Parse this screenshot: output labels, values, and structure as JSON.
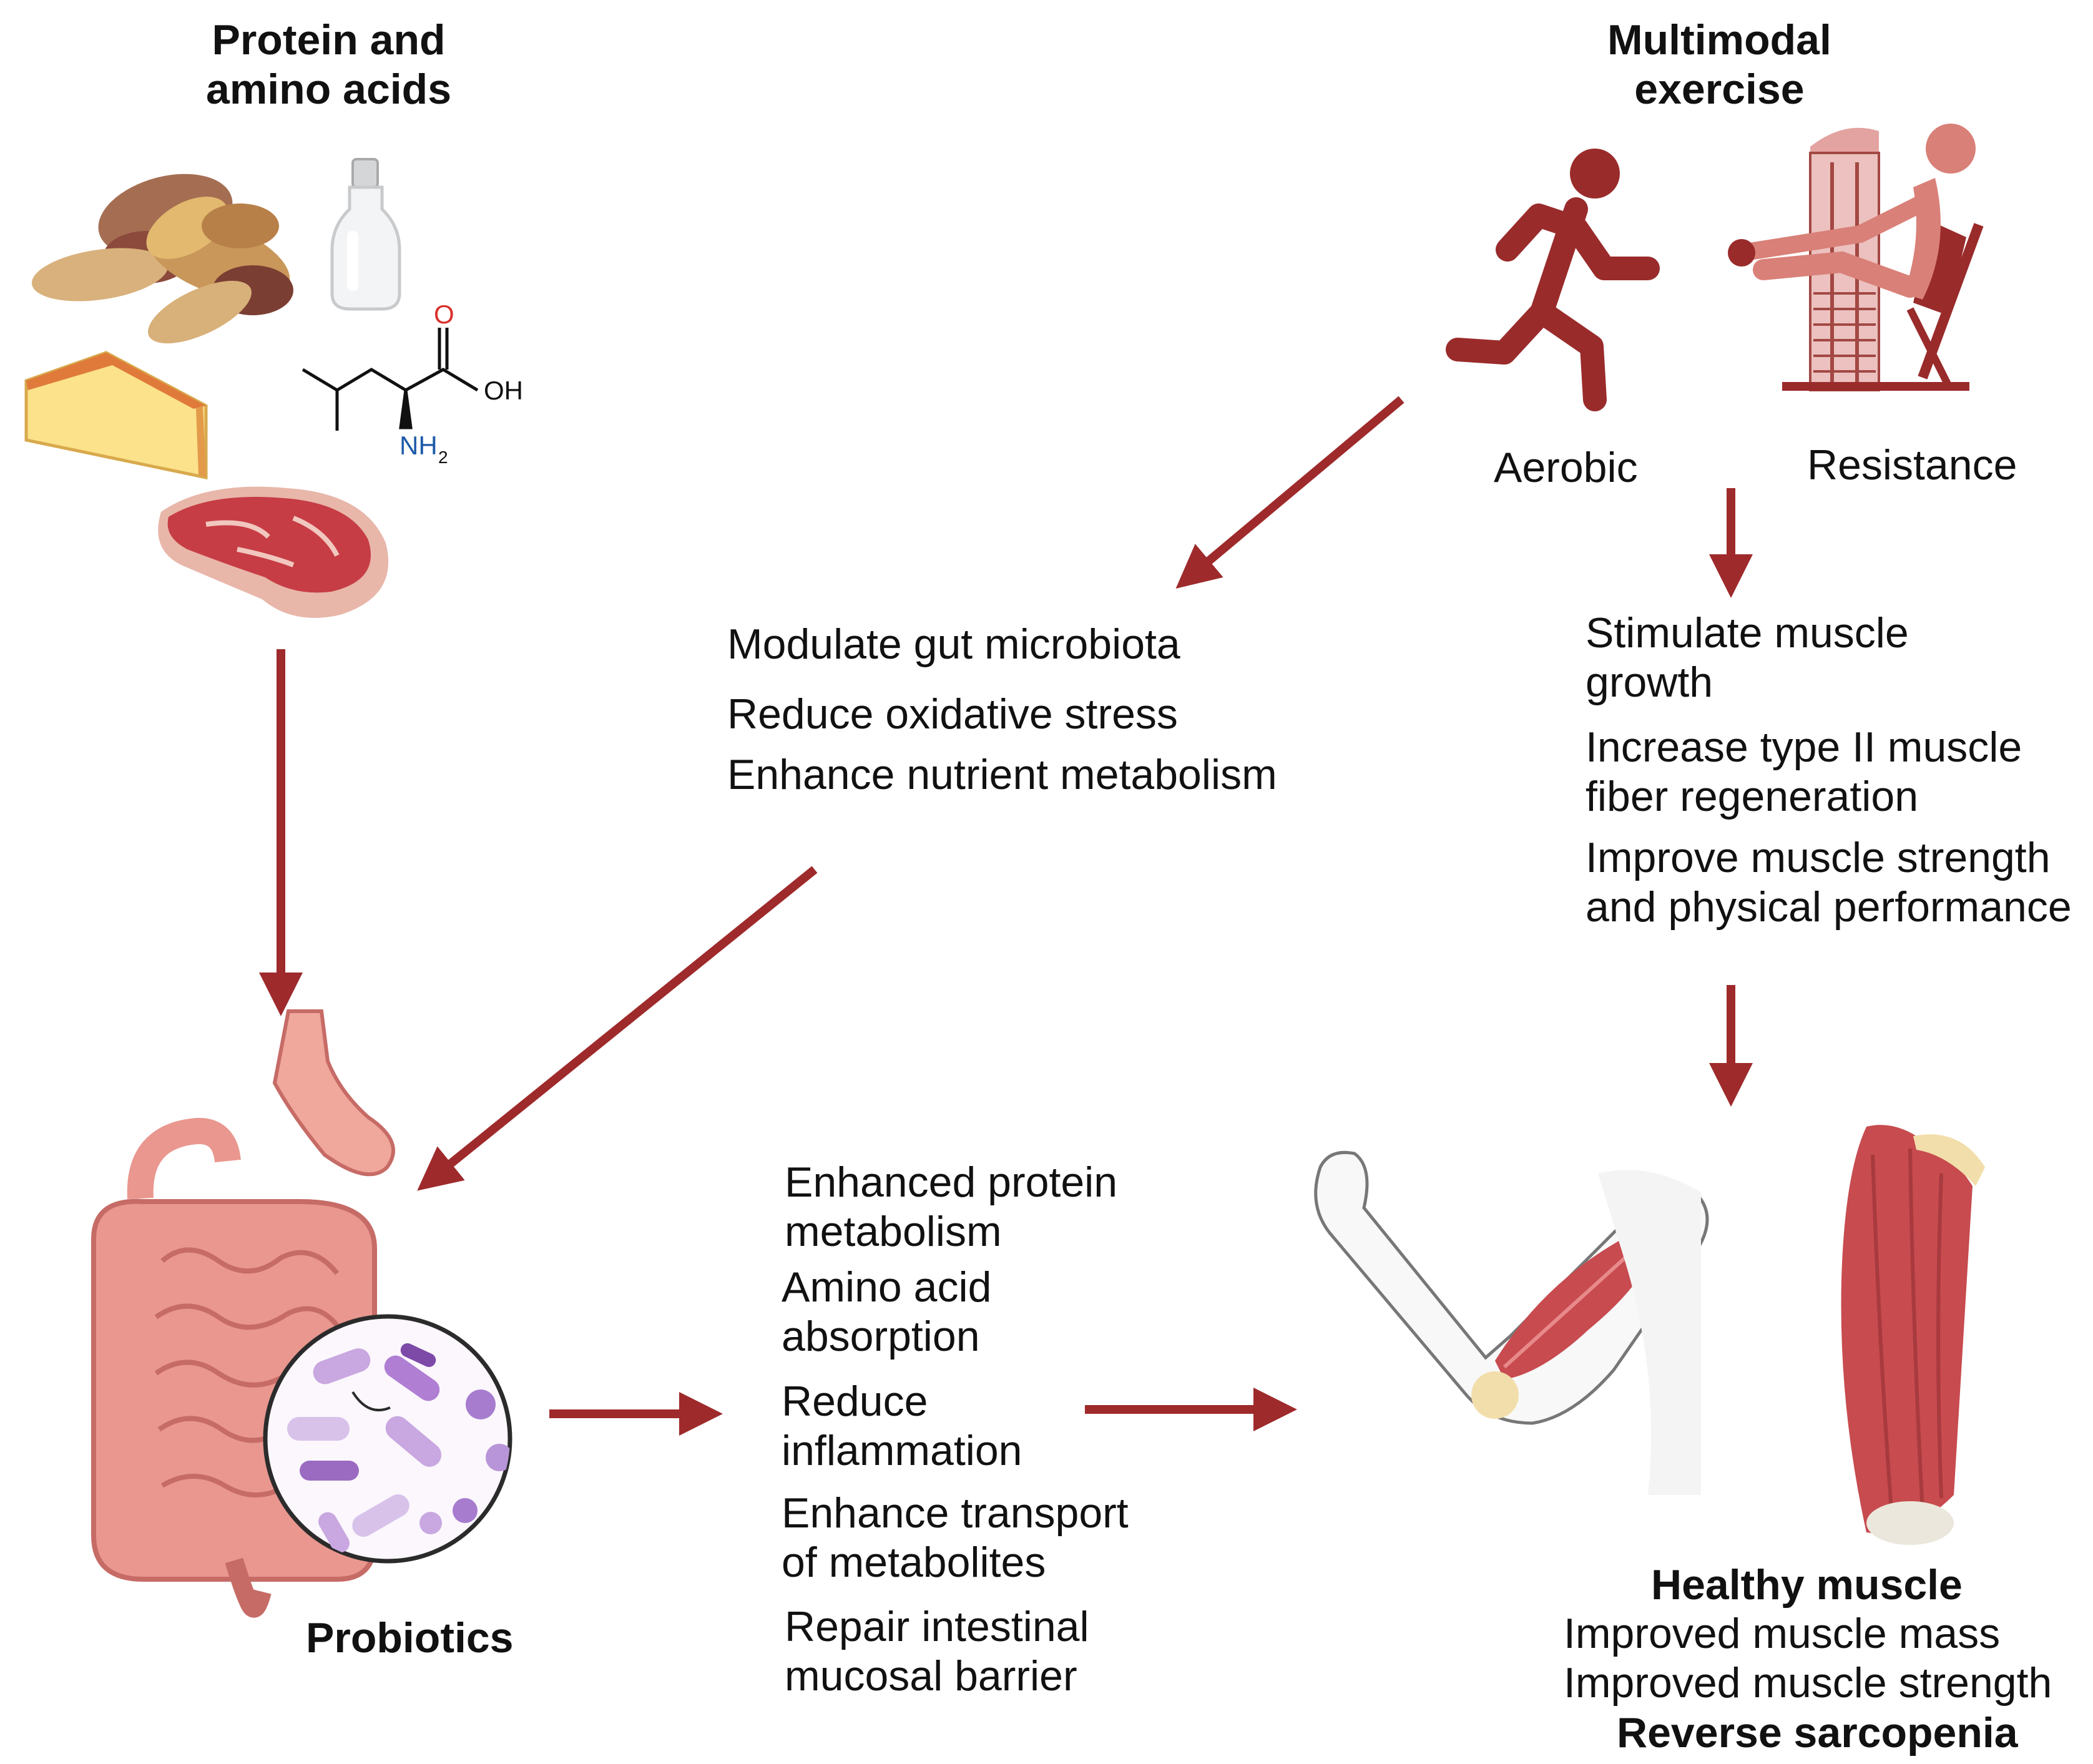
{
  "colors": {
    "arrow": "#9e2a2b",
    "runner": "#9a2b2b",
    "machine": "#e3a3a1",
    "gut": "#e9978f",
    "stomach": "#f0a79c",
    "microbe": "#c9a7e0",
    "muscle": "#c74b4f",
    "bone": "#f2deaa"
  },
  "nutrition": {
    "title": [
      "Protein and",
      "amino acids"
    ],
    "icons": [
      "peanuts-icon",
      "milk-bottle-icon",
      "cheese-icon",
      "leucine-molecule-icon",
      "steak-icon"
    ],
    "molecule": {
      "o": "O",
      "oh": "OH",
      "nh": "NH",
      "sub": "2"
    }
  },
  "exercise": {
    "title": [
      "Multimodal",
      "exercise"
    ],
    "aerobic": "Aerobic",
    "resistance": "Resistance"
  },
  "gut_effects": [
    "Modulate gut microbiota",
    "Reduce oxidative stress",
    "Enhance nutrient  metabolism"
  ],
  "muscle_effects": [
    [
      "Stimulate muscle",
      "growth"
    ],
    [
      "Increase type II muscle",
      "fiber regeneration"
    ],
    [
      "Improve muscle strength",
      "and physical performance"
    ]
  ],
  "probiotics": {
    "label": "Probiotics"
  },
  "probiotic_effects": [
    [
      "Enhanced protein",
      "metabolism"
    ],
    [
      "Amino acid",
      "absorption"
    ],
    [
      "Reduce",
      "inflammation"
    ],
    [
      "Enhance transport",
      "of metabolites"
    ],
    [
      "Repair intestinal",
      "mucosal barrier"
    ]
  ],
  "outcome": {
    "title": "Healthy muscle",
    "mass": "Improved muscle mass",
    "strength": "Improved muscle strength",
    "final": "Reverse sarcopenia"
  }
}
